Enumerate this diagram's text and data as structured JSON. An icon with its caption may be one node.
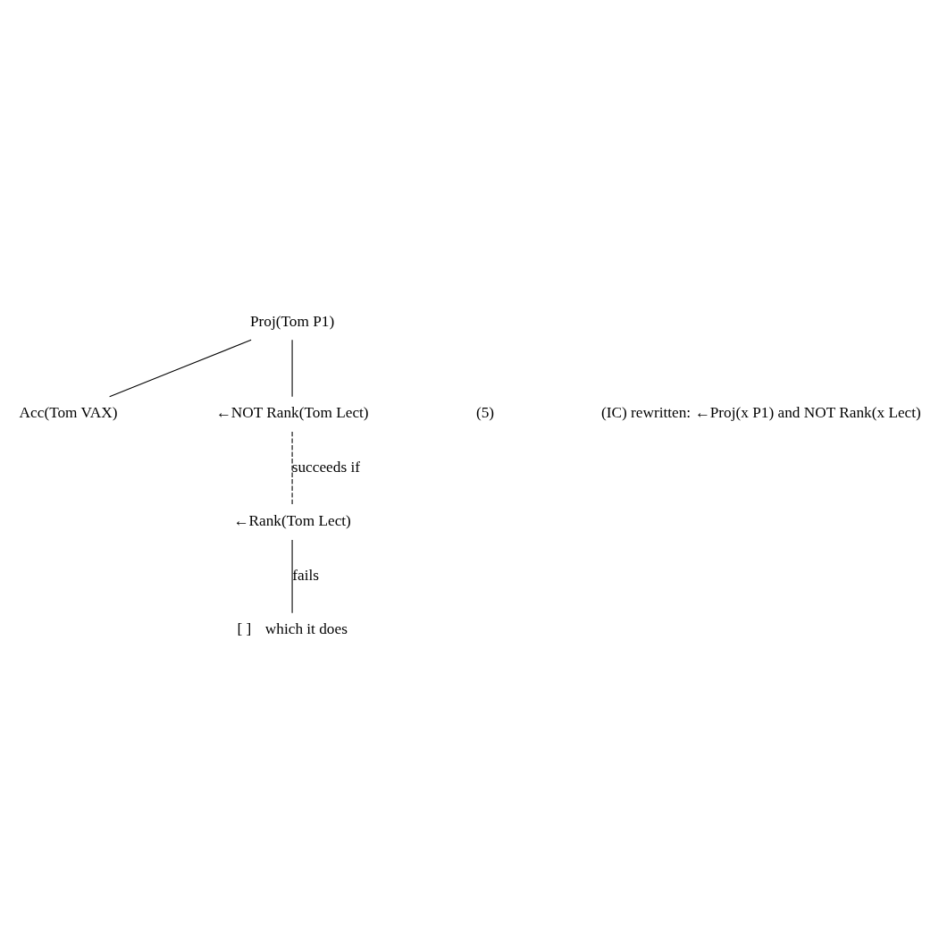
{
  "diagram": {
    "nodes": [
      {
        "text": [
          "Proj(Tom P1)"
        ]
      },
      {
        "text": [
          "Acc(Tom VAX)"
        ]
      },
      {
        "text": [
          "←NOT Rank(Tom Lect)"
        ]
      },
      {
        "text": [
          "←Rank(Tom Lect)"
        ]
      },
      {
        "text": [
          "[ ]"
        ],
        "beside": [
          "which it does"
        ]
      }
    ],
    "edges": [
      {
        "from": 0,
        "to": 1,
        "arrow": "none"
      },
      {
        "from": 0,
        "to": 2,
        "arrow": "none"
      },
      {
        "from": 2,
        "to": 3,
        "arrow": "none",
        "style": "dashed",
        "label": "succeeds if"
      },
      {
        "from": 3,
        "to": 4,
        "arrow": "none",
        "label": "fails"
      }
    ],
    "labels": [
      "(5)",
      "(IC) rewritten: ←Proj(x P1) and NOT Rank(x Lect)"
    ]
  }
}
